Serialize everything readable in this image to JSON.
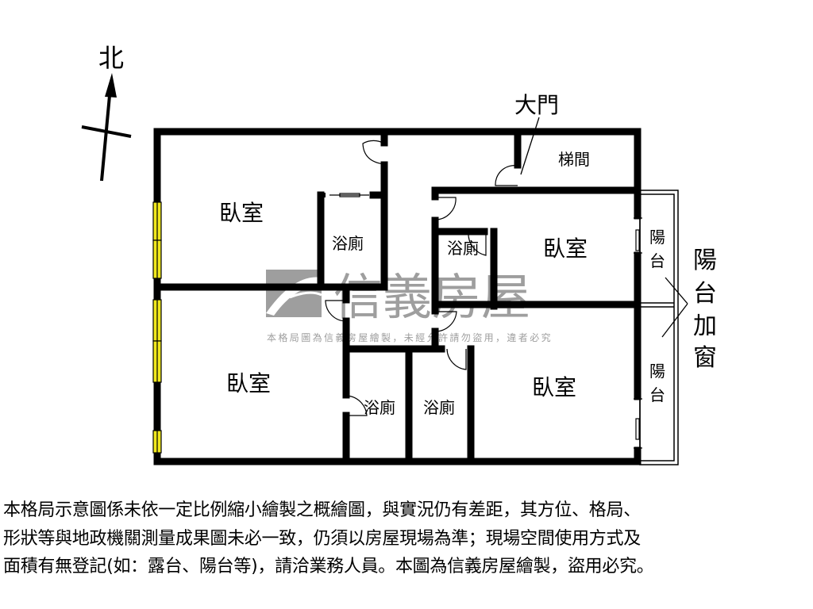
{
  "compass": {
    "north_label": "北"
  },
  "rooms": {
    "bedroom_nw": "臥室",
    "bedroom_ne": "臥室",
    "bedroom_sw": "臥室",
    "bedroom_se": "臥室",
    "bath_1": "浴廁",
    "bath_2": "浴廁",
    "bath_3": "浴廁",
    "bath_4": "浴廁",
    "stairwell": "梯間",
    "balcony_upper": [
      "陽",
      "台"
    ],
    "balcony_lower": [
      "陽",
      "台"
    ]
  },
  "annotations": {
    "main_door": "大門",
    "balcony_enclosed": [
      "陽",
      "台",
      "加",
      "窗"
    ]
  },
  "watermark": {
    "brand": "信義房屋",
    "notice": "本格局圖為信義房屋繪製，未經允許請勿盜用，違者必究"
  },
  "colors": {
    "wall": "#000000",
    "window": "#f0e81c",
    "watermark": "#9e9e9e"
  },
  "disclaimer": {
    "lines": [
      "本格局示意圖係未依一定比例縮小繪製之概繪圖，與實況仍有差距，其方位、格局、",
      "形狀等與地政機關測量成果圖未必一致，仍須以房屋現場為準；現場空間使用方式及",
      "面積有無登記(如：露台、陽台等)，請洽業務人員。本圖為信義房屋繪製，盜用必究。"
    ]
  }
}
